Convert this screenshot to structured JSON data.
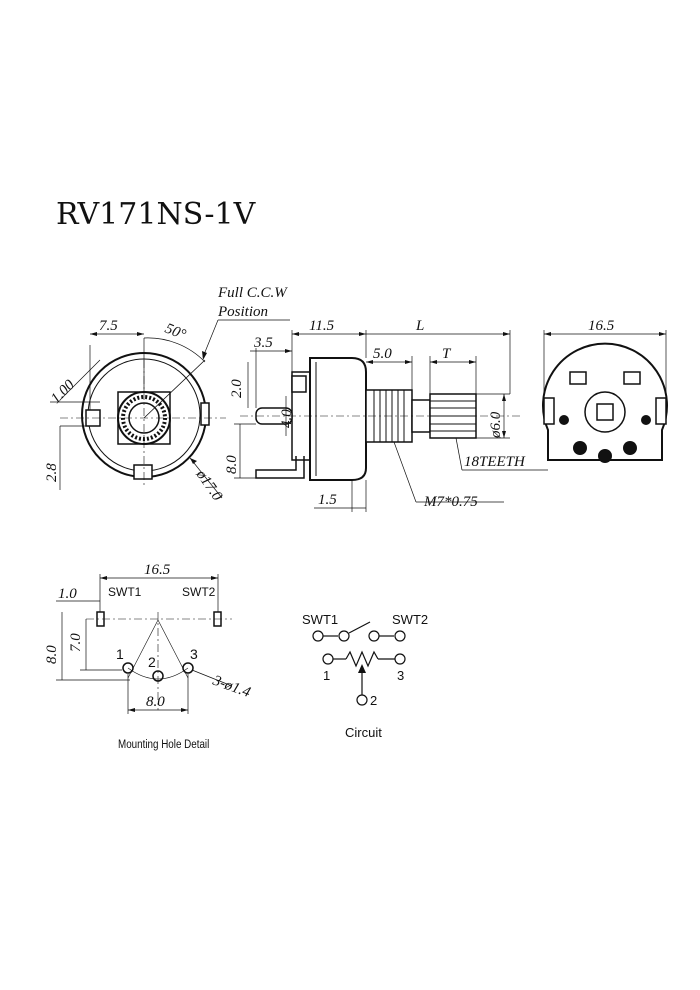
{
  "title": "RV171NS-1V",
  "front_view": {
    "note_line1": "Full C.C.W",
    "note_line2": "Position",
    "dim_width": "7.5",
    "dim_angle": "50°",
    "dim_offset": "1.00",
    "dim_height": "2.8",
    "dim_diameter": "ø17.0"
  },
  "side_view": {
    "dim_body": "11.5",
    "dim_length": "L",
    "dim_tab": "3.5",
    "dim_bush": "5.0",
    "dim_shaft": "T",
    "dim_lug": "2.0",
    "dim_pin": "4.0",
    "dim_pin_height": "8.0",
    "dim_shaft_dia": "ø6.0",
    "dim_base": "1.5",
    "note_teeth": "18TEETH",
    "note_thread": "M7*0.75"
  },
  "rear_view": {
    "dim_width": "16.5"
  },
  "mounting": {
    "dim_width": "16.5",
    "dim_edge": "1.0",
    "dim_outer": "8.0",
    "dim_inner": "7.0",
    "dim_pitch": "8.0",
    "note_holes": "3-ø1.4",
    "label_swt1": "SWT1",
    "label_swt2": "SWT2",
    "pin_1": "1",
    "pin_2": "2",
    "pin_3": "3",
    "caption": "Mounting Hole Detail"
  },
  "circuit": {
    "label_swt1": "SWT1",
    "label_swt2": "SWT2",
    "pin_1": "1",
    "pin_2": "2",
    "pin_3": "3",
    "caption": "Circuit"
  }
}
